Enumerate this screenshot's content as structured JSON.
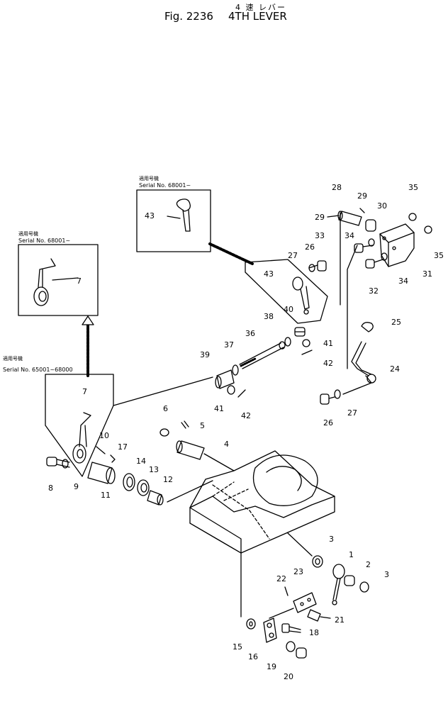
{
  "header": {
    "jp_title": "4 速 レバー",
    "figure_label": "Fig. 2236",
    "figure_title": "4TH LEVER"
  },
  "notes": [
    {
      "jp": "適用号機",
      "serial": "Serial No. 68001~"
    },
    {
      "jp": "適用号機",
      "serial": "Serial No. 68001~"
    },
    {
      "jp": "適用号機",
      "serial": "Serial No. 65001~68000"
    }
  ],
  "callouts": [
    "1",
    "2",
    "3",
    "3",
    "4",
    "5",
    "6",
    "7",
    "7",
    "8",
    "9",
    "10",
    "11",
    "12",
    "13",
    "14",
    "15",
    "16",
    "17",
    "18",
    "19",
    "20",
    "21",
    "22",
    "23",
    "24",
    "25",
    "26",
    "26",
    "27",
    "27",
    "28",
    "29",
    "29",
    "30",
    "31",
    "32",
    "33",
    "34",
    "34",
    "35",
    "35",
    "36",
    "37",
    "38",
    "39",
    "40",
    "41",
    "41",
    "42",
    "42",
    "43",
    "43"
  ]
}
